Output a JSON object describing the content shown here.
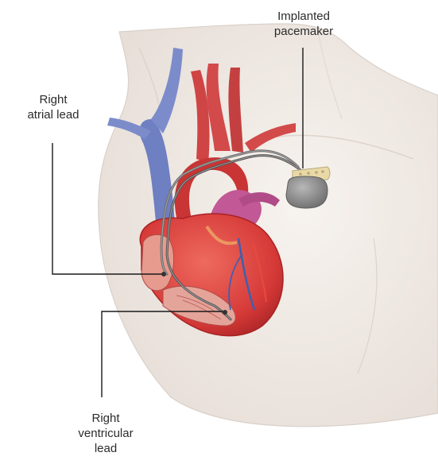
{
  "labels": {
    "pacemaker": {
      "line1": "Implanted",
      "line2": "pacemaker"
    },
    "atrial_lead": {
      "line1": "Right",
      "line2": "atrial lead"
    },
    "ventricular_lead": {
      "line1": "Right",
      "line2": "ventricular",
      "line3": "lead"
    }
  },
  "colors": {
    "skin": "#efe9e4",
    "skin_outline": "#d9d0c9",
    "heart": "#d93b3a",
    "heart_dark": "#a82325",
    "chamber": "#e79a8e",
    "vein_blue": "#6e7fc2",
    "artery_pink": "#c25896",
    "lead_wire": "#6b6b6b",
    "pacemaker_body": "#8d8d8d",
    "pacemaker_header": "#e9d9a6",
    "callout_line": "#1a1a1a"
  },
  "icons": {
    "heart": "heart-illustration",
    "pacemaker": "pacemaker-device-icon",
    "torso": "torso-silhouette"
  }
}
